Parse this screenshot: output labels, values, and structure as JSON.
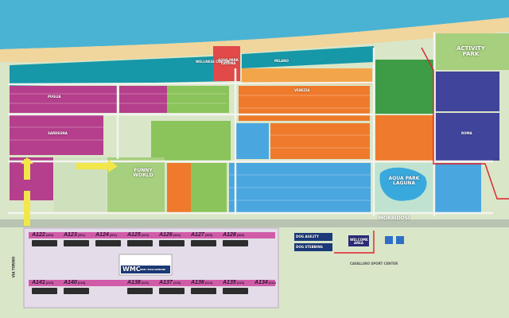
{
  "colors": {
    "sea": "#4ab3d3",
    "beach": "#f0d59c",
    "teal": "#1798a8",
    "orange": "#ef7a2c",
    "light_orange": "#f3a54a",
    "magenta": "#b53f8c",
    "light_green": "#8bc45a",
    "green": "#3e9c46",
    "blue": "#4aa6df",
    "navy": "#40449a",
    "road": "#c8c8c8",
    "parking": "#e4dde9",
    "pink_band": "#d05ca8",
    "route_red": "#e0202c"
  },
  "labels": {
    "aqua_park_top": "AQUA PARK LAGUNA",
    "wellness": "WELLNESS CENTER",
    "activity_park": "ACTIVITY PARK",
    "funny_world": "FUNNY WORLD",
    "aqua_park_laguna": "AQUA PARK LAGUNA",
    "morbidosi": "MORBIDOSI",
    "via_torino": "VIA TORINO",
    "dog_agility": "DOG AGILITY",
    "dog_stebbing": "DOG STEBBING",
    "welcome_area": "WELCOME AREA",
    "cavallino_sport": "CAVALLINO SPORT CENTER",
    "wmc": "WMC",
    "wmc_sub": "WMC BUSCOMBINE",
    "zone_venezia": "VENEZIA",
    "zone_sardegna": "SARDEGNA",
    "zone_puglia": "PUGLIA",
    "zone_milano": "MILANO",
    "zone_roma": "ROMA"
  },
  "pitches_top": [
    {
      "code": "A122",
      "n": "(200)"
    },
    {
      "code": "A123",
      "n": "(201)"
    },
    {
      "code": "A124",
      "n": "(202)"
    },
    {
      "code": "A125",
      "n": "(203)"
    },
    {
      "code": "A126",
      "n": "(204)"
    },
    {
      "code": "A127",
      "n": "(205)"
    },
    {
      "code": "A128",
      "n": "(206)"
    }
  ],
  "pitches_bottom": [
    {
      "code": "A141",
      "n": "(219)"
    },
    {
      "code": "A140",
      "n": "(218)"
    },
    {
      "code": "A138",
      "n": "(216)"
    },
    {
      "code": "A137",
      "n": "(215)"
    },
    {
      "code": "A136",
      "n": "(214)"
    },
    {
      "code": "A135",
      "n": "(213)"
    },
    {
      "code": "A134",
      "n": "(212)"
    }
  ]
}
